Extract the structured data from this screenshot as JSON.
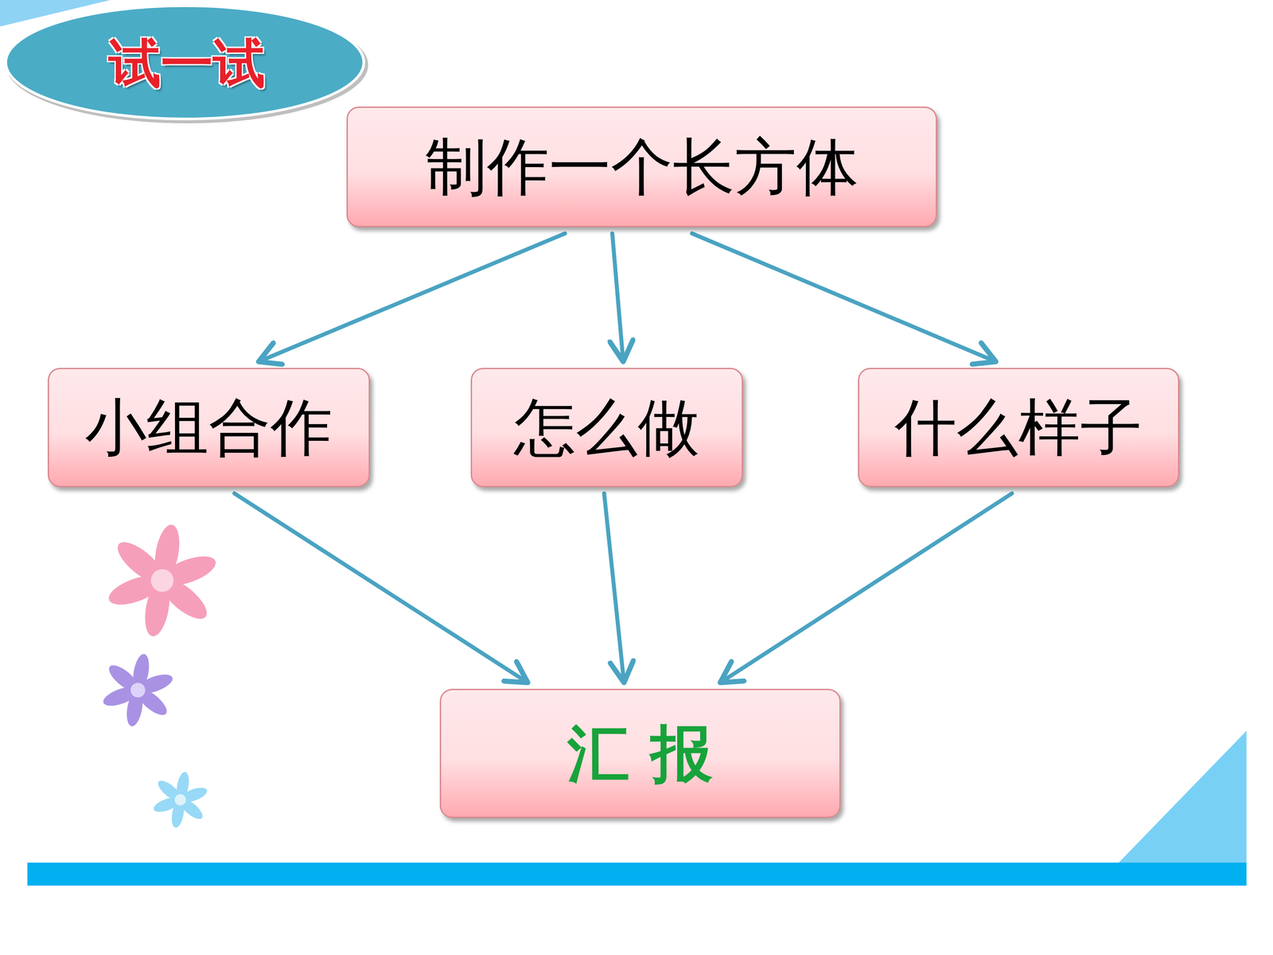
{
  "diagram": {
    "nodes": [
      {
        "text": [
          "试一试"
        ]
      },
      {
        "text": [
          "制作一个长方体"
        ]
      },
      {
        "text": [
          "小组合作"
        ]
      },
      {
        "text": [
          "怎么做"
        ]
      },
      {
        "text": [
          "什么样子"
        ]
      },
      {
        "text": [
          "汇 报"
        ]
      }
    ],
    "edges": [
      {
        "from": 1,
        "to": 2,
        "arrow": "to"
      },
      {
        "from": 1,
        "to": 3,
        "arrow": "to"
      },
      {
        "from": 1,
        "to": 4,
        "arrow": "to"
      },
      {
        "from": 2,
        "to": 5,
        "arrow": "to"
      },
      {
        "from": 3,
        "to": 5,
        "arrow": "to"
      },
      {
        "from": 4,
        "to": 5,
        "arrow": "to"
      }
    ]
  }
}
